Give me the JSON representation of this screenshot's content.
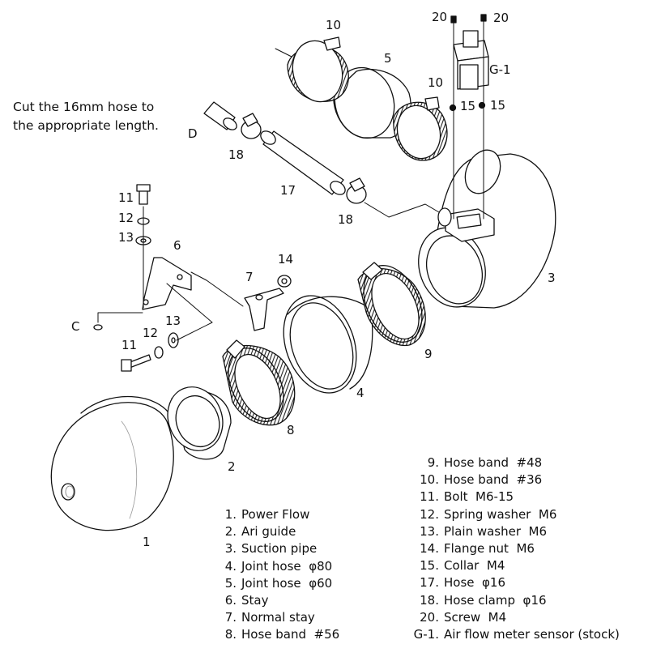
{
  "note": {
    "line1": "Cut the 16mm hose to",
    "line2": "the appropriate length."
  },
  "callouts": {
    "p1": "1",
    "p2": "2",
    "p3": "3",
    "p4": "4",
    "p5": "5",
    "p6": "6",
    "p7": "7",
    "p8": "8",
    "p9": "9",
    "p10a": "10",
    "p10b": "10",
    "p11a": "11",
    "p11b": "11",
    "p12a": "12",
    "p12b": "12",
    "p13a": "13",
    "p13b": "13",
    "p14": "14",
    "p15a": "15",
    "p15b": "15",
    "p17": "17",
    "p18a": "18",
    "p18b": "18",
    "p20a": "20",
    "p20b": "20",
    "g1": "G-1",
    "c": "C",
    "d": "D"
  },
  "legend_left": [
    {
      "num": "1.",
      "label": "Power Flow"
    },
    {
      "num": "2.",
      "label": "Ari guide"
    },
    {
      "num": "3.",
      "label": "Suction pipe"
    },
    {
      "num": "4.",
      "label": "Joint hose  φ80"
    },
    {
      "num": "5.",
      "label": "Joint hose  φ60"
    },
    {
      "num": "6.",
      "label": "Stay"
    },
    {
      "num": "7.",
      "label": "Normal stay"
    },
    {
      "num": "8.",
      "label": "Hose band  #56"
    }
  ],
  "legend_right": [
    {
      "num": "9.",
      "label": "Hose band  #48"
    },
    {
      "num": "10.",
      "label": "Hose band  #36"
    },
    {
      "num": "11.",
      "label": "Bolt  M6-15"
    },
    {
      "num": "12.",
      "label": "Spring washer  M6"
    },
    {
      "num": "13.",
      "label": "Plain washer  M6"
    },
    {
      "num": "14.",
      "label": "Flange nut  M6"
    },
    {
      "num": "15.",
      "label": "Collar  M4"
    },
    {
      "num": "17.",
      "label": "Hose  φ16"
    },
    {
      "num": "18.",
      "label": "Hose clamp  φ16"
    },
    {
      "num": "20.",
      "label": "Screw  M4"
    },
    {
      "num": "G-1.",
      "label": "Air flow meter sensor (stock)"
    }
  ]
}
